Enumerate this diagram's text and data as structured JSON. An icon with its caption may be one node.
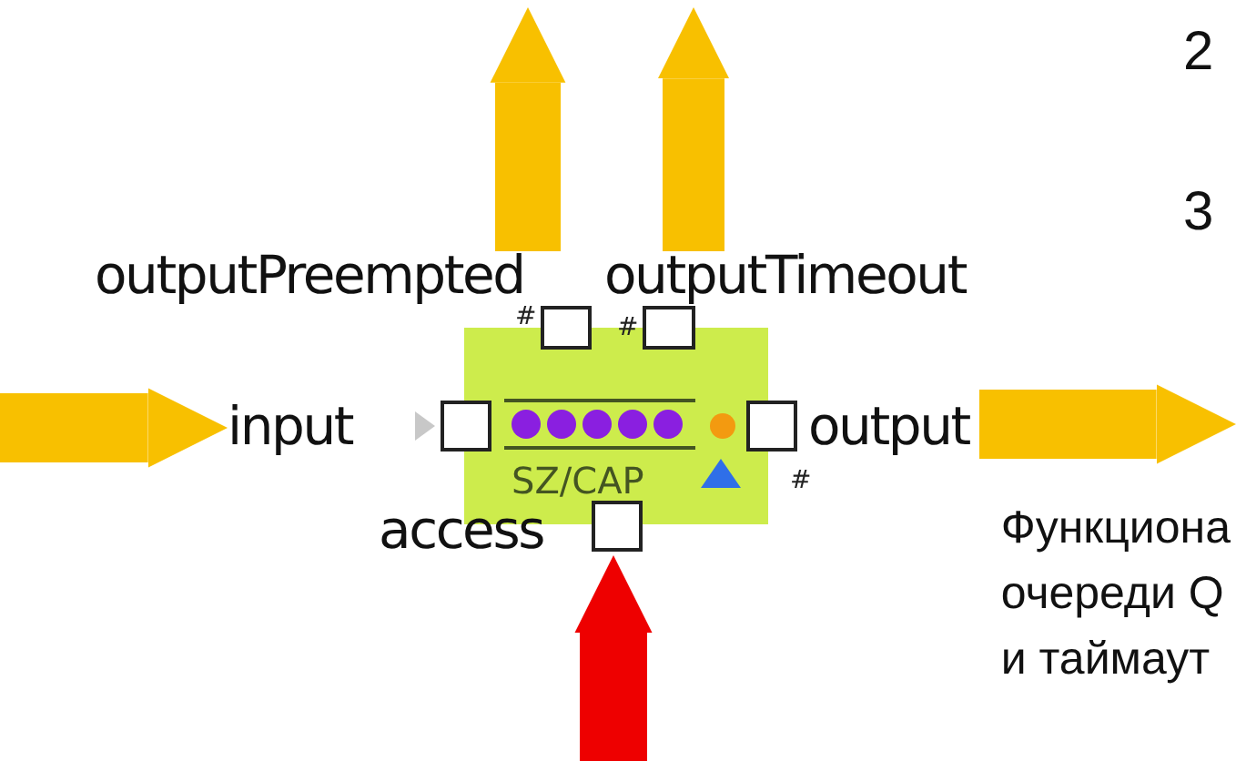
{
  "diagram": {
    "nodes": [
      {
        "text": [
          "SZ/CAP"
        ]
      },
      {
        "text": [
          "input"
        ]
      },
      {
        "text": [
          "outputPreempted"
        ],
        "beside": [
          "#"
        ]
      },
      {
        "text": [
          "outputTimeout"
        ],
        "beside": [
          "#"
        ]
      },
      {
        "text": [
          "output"
        ],
        "beside": [
          "#"
        ]
      },
      {
        "text": [
          "access"
        ]
      }
    ],
    "edges": [
      {
        "from": null,
        "to": 1,
        "arrow": "to"
      },
      {
        "from": 2,
        "to": null,
        "arrow": "to"
      },
      {
        "from": 3,
        "to": null,
        "arrow": "to"
      },
      {
        "from": 4,
        "to": null,
        "arrow": "to"
      },
      {
        "from": null,
        "to": 5,
        "arrow": "to",
        "color": "#ee0000"
      }
    ],
    "labels": [
      "2",
      "3",
      "Функциона",
      "очереди Q",
      "и таймаут"
    ]
  }
}
